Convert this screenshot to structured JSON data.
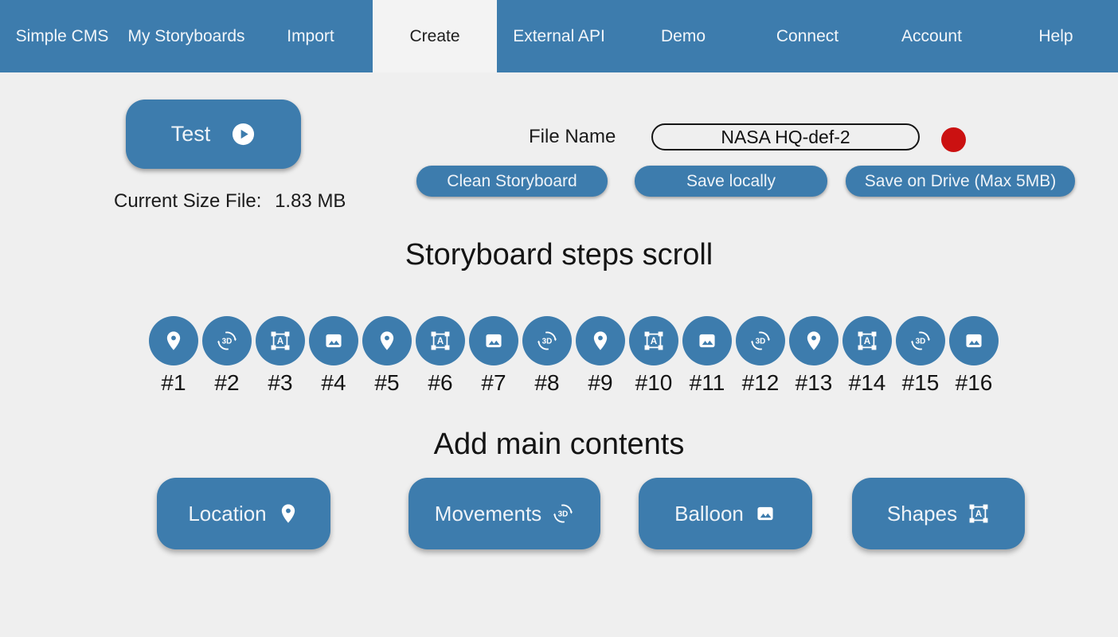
{
  "nav": {
    "items": [
      {
        "label": "Simple CMS",
        "active": false
      },
      {
        "label": "My Storyboards",
        "active": false
      },
      {
        "label": "Import",
        "active": false
      },
      {
        "label": "Create",
        "active": true
      },
      {
        "label": "External API",
        "active": false
      },
      {
        "label": "Demo",
        "active": false
      },
      {
        "label": "Connect",
        "active": false
      },
      {
        "label": "Account",
        "active": false
      },
      {
        "label": "Help",
        "active": false
      }
    ]
  },
  "toolbar": {
    "test_label": "Test",
    "test_icon": "play-circle-icon",
    "current_size_label": "Current Size File:",
    "current_size_value": "1.83 MB",
    "file_name_label": "File Name",
    "file_name_value": "NASA HQ-def-2",
    "record_indicator": "red-dot",
    "clean_label": "Clean Storyboard",
    "save_locally_label": "Save locally",
    "save_drive_label": "Save on Drive (Max 5MB)"
  },
  "steps": {
    "heading": "Storyboard steps scroll",
    "items": [
      {
        "label": "#1",
        "icon": "location-pin"
      },
      {
        "label": "#2",
        "icon": "rotate-3d"
      },
      {
        "label": "#3",
        "icon": "format-shapes"
      },
      {
        "label": "#4",
        "icon": "image"
      },
      {
        "label": "#5",
        "icon": "location-pin"
      },
      {
        "label": "#6",
        "icon": "format-shapes"
      },
      {
        "label": "#7",
        "icon": "image"
      },
      {
        "label": "#8",
        "icon": "rotate-3d"
      },
      {
        "label": "#9",
        "icon": "location-pin"
      },
      {
        "label": "#10",
        "icon": "format-shapes"
      },
      {
        "label": "#11",
        "icon": "image"
      },
      {
        "label": "#12",
        "icon": "rotate-3d"
      },
      {
        "label": "#13",
        "icon": "location-pin"
      },
      {
        "label": "#14",
        "icon": "format-shapes"
      },
      {
        "label": "#15",
        "icon": "rotate-3d"
      },
      {
        "label": "#16",
        "icon": "image"
      }
    ]
  },
  "contents": {
    "heading": "Add main contents",
    "buttons": [
      {
        "label": "Location",
        "icon": "location-pin"
      },
      {
        "label": "Movements",
        "icon": "rotate-3d"
      },
      {
        "label": "Balloon",
        "icon": "image"
      },
      {
        "label": "Shapes",
        "icon": "format-shapes"
      }
    ]
  },
  "colors": {
    "accent": "#3d7cad",
    "active_tab_bg": "#f3f3f3",
    "page_bg": "#efefef",
    "record_red": "#cb1111",
    "text_dark": "#1b1b1b"
  }
}
